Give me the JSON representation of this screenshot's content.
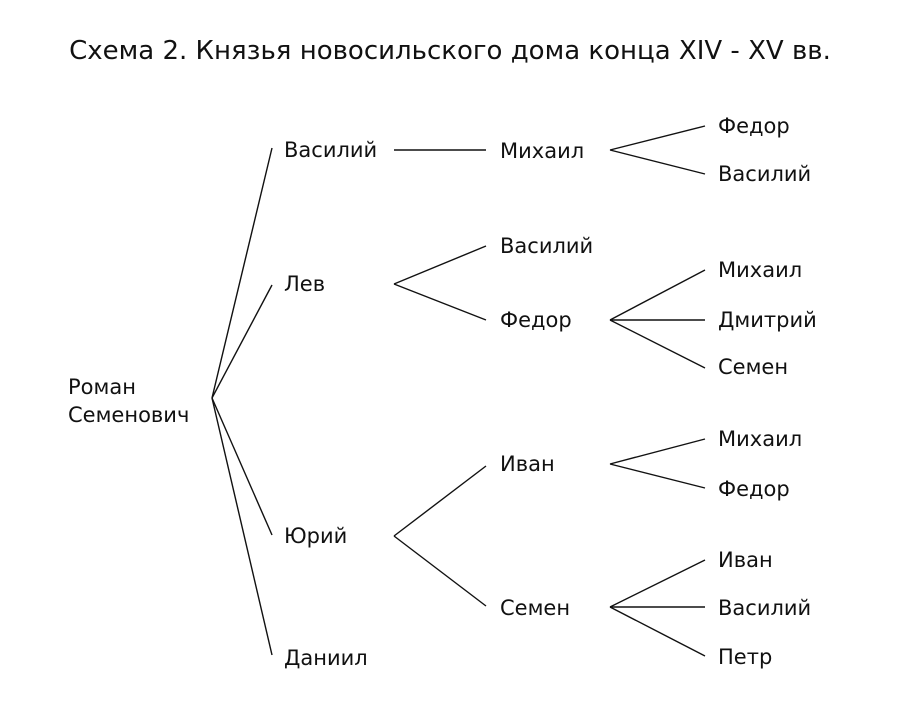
{
  "title": "Схема 2. Князья новосильского дома конца XIV - XV вв.",
  "colors": {
    "text": "#111111",
    "line": "#111111",
    "background": "#ffffff"
  },
  "tree": {
    "root": {
      "line1": "Роман",
      "line2": "Семенович"
    },
    "sons": [
      {
        "name": "Василий",
        "children": [
          {
            "name": "Михаил",
            "children": [
              "Федор",
              "Василий"
            ]
          }
        ]
      },
      {
        "name": "Лев",
        "children": [
          {
            "name": "Василий",
            "children": []
          },
          {
            "name": "Федор",
            "children": [
              "Михаил",
              "Дмитрий",
              "Семен"
            ]
          }
        ]
      },
      {
        "name": "Юрий",
        "children": [
          {
            "name": "Иван",
            "children": [
              "Михаил",
              "Федор"
            ]
          },
          {
            "name": "Семен",
            "children": [
              "Иван",
              "Василий",
              "Петр"
            ]
          }
        ]
      },
      {
        "name": "Даниил",
        "children": []
      }
    ]
  }
}
